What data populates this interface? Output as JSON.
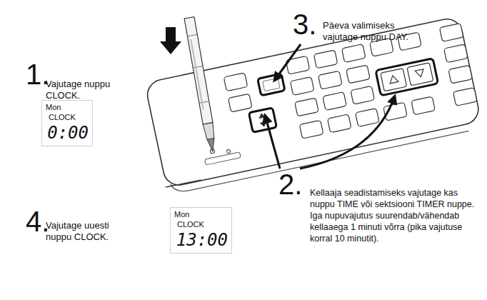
{
  "diagram": {
    "nodes": [
      {
        "text": [
          "Mon",
          "CLOCK",
          "0:00"
        ]
      },
      {
        "text": [
          "Mon",
          "CLOCK",
          "13:00"
        ]
      }
    ],
    "labels": [
      "1.",
      "Vajutage nuppu CLOCK.",
      "2.",
      "Kellaaja seadistamiseks vajutage kas nuppu TIME või sektsiooni TIMER nuppe. Iga nupuvajutus suurendab/vähendab kellaaega 1 minuti võrra (pika vajutuse korral 10 minutit).",
      "3.",
      "Päeva valimiseks vajutage nuppu DAY.",
      "4.",
      "Vajutage uuesti nuppu CLOCK."
    ]
  }
}
